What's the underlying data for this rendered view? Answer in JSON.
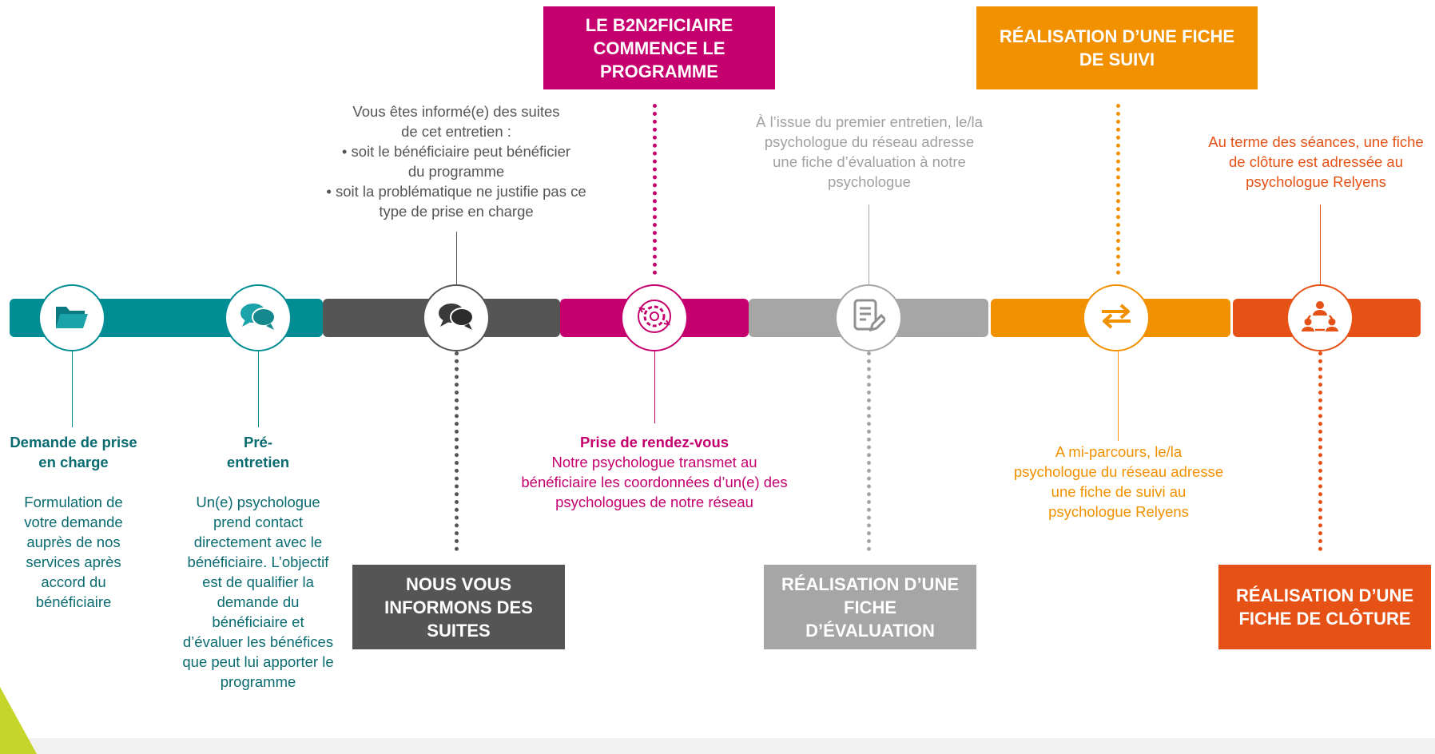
{
  "colors": {
    "teal": "#008d93",
    "teal_text": "#0a6b70",
    "dark_grey": "#555555",
    "magenta": "#c5006e",
    "light_grey": "#a6a6a6",
    "light_grey_text": "#a0a0a0",
    "orange": "#f29100",
    "orange_red": "#e65215",
    "lime": "#c6d52a"
  },
  "steps": [
    {
      "icon": "folder-icon",
      "title": "Demande de prise en charge",
      "text": "Formulation de votre demande auprès de nos services après accord du bénéficiaire"
    },
    {
      "icon": "chat-bubbles-icon",
      "title": "Pré-entretien",
      "text": "Un(e) psychologue prend contact directement avec le bénéficiaire. L’objectif est de qualifier la demande du bénéficiaire et d’évaluer les bénéfices que peut lui apporter le programme"
    },
    {
      "icon": "chat-bubbles-dark-icon",
      "box": "NOUS VOUS INFORMONS DES SUITES",
      "text_lines": [
        "Vous êtes informé(e) des suites",
        "de cet entretien :",
        "• soit le bénéficiaire peut bénéficier",
        "du programme",
        "• soit la problématique ne justifie pas ce",
        "type de prise en charge"
      ]
    },
    {
      "icon": "gear-cycle-icon",
      "box": "LE B2N2FICIAIRE COMMENCE LE PROGRAMME",
      "title": "Prise de rendez-vous",
      "text": "Notre psychologue transmet au bénéficiaire les coordonnées d’un(e) des psychologues de notre réseau"
    },
    {
      "icon": "document-pen-icon",
      "box": "RÉALISATION D’UNE FICHE D’ÉVALUATION",
      "text": "À l’issue du premier entretien, le/la psychologue du réseau adresse une fiche d’évaluation à notre psychologue"
    },
    {
      "icon": "exchange-arrows-icon",
      "box": "RÉALISATION D’UNE FICHE DE SUIVI",
      "text": "A mi-parcours, le/la psychologue du réseau adresse une fiche de suivi au psychologue Relyens"
    },
    {
      "icon": "team-network-icon",
      "box": "RÉALISATION D’UNE FICHE DE CLÔTURE",
      "text": "Au terme des séances, une fiche de clôture est adressée au psychologue Relyens"
    }
  ]
}
